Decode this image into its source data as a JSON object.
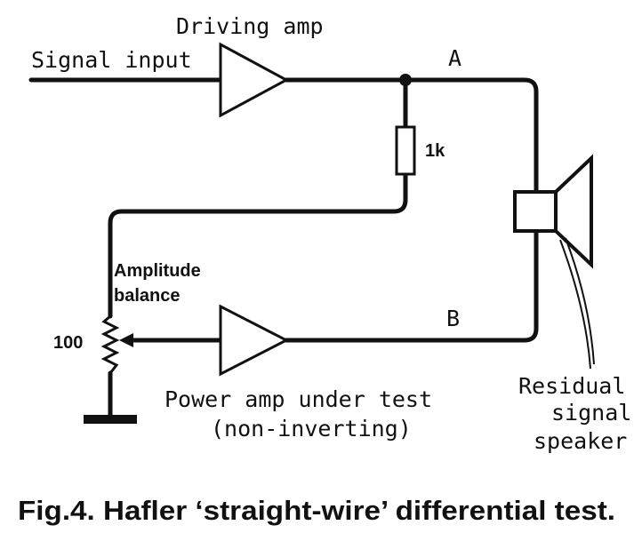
{
  "labels": {
    "signal_input": "Signal input",
    "driving_amp": "Driving amp",
    "node_a": "A",
    "node_b": "B",
    "resistor_value": "1k",
    "amplitude_balance_line1": "Amplitude",
    "amplitude_balance_line2": "balance",
    "pot_value": "100",
    "power_amp_line1": "Power amp under test",
    "power_amp_line2": "(non-inverting)",
    "speaker_line1": "Residual",
    "speaker_line2": "signal",
    "speaker_line3": "speaker"
  },
  "caption": "Fig.4. Hafler ‘straight-wire’ differential test."
}
